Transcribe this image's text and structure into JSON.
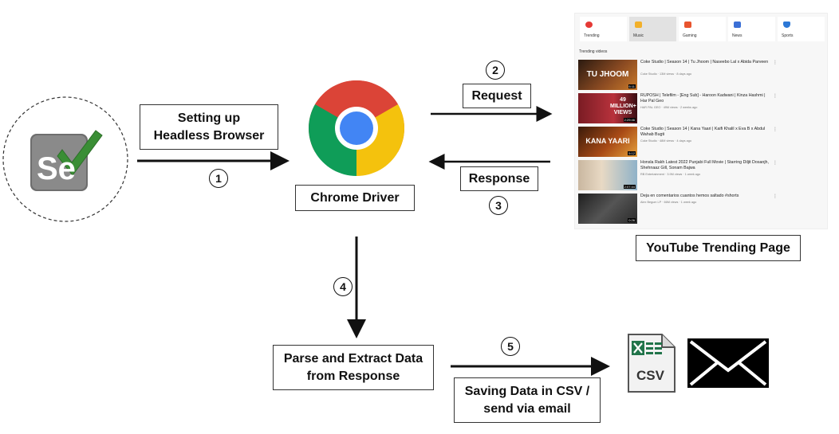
{
  "steps": {
    "s1": "1",
    "s2": "2",
    "s3": "3",
    "s4": "4",
    "s5": "5"
  },
  "boxes": {
    "setup": "Setting up Headless Browser",
    "chrome": "Chrome Driver",
    "request": "Request",
    "response": "Response",
    "youtube": "YouTube Trending Page",
    "parse": "Parse and Extract Data from Response",
    "save": "Saving Data in CSV / send via email"
  },
  "selenium": {
    "text": "Se"
  },
  "csv": {
    "text": "CSV"
  },
  "youtube_panel": {
    "categories": [
      "Trending",
      "Music",
      "Gaming",
      "News",
      "Sports"
    ],
    "section_heading": "Trending videos",
    "videos": [
      {
        "thumb_text": "TU JHOOM",
        "title": "Coke Studio | Season 14 | Tu Jhoom | Naseebo Lal x Abida Parveen",
        "meta": "Coke Studio · 13M views · 8 days ago",
        "duration": "6:11"
      },
      {
        "thumb_text": "49 MILLION+ VIEWS",
        "title": "RUPOSH | Telefilm - [Eng Sub] - Haroon Kadwani | Kinza Hashmi | Har Pal Geo",
        "meta": "HAR PAL GEO · 49M views · 2 weeks ago",
        "duration": "2:29:46"
      },
      {
        "thumb_text": "KANA YAARI",
        "title": "Coke Studio | Season 14 | Kana Yaari | Kaifi Khalil x Eva B x Abdul Wahab Bugti",
        "meta": "Coke Studio · 48M views · 4 days ago",
        "duration": "5:12"
      },
      {
        "thumb_text": "",
        "title": "Honsla Rakh Latest 2022 Punjabi Full Movie | Starring Diljit Dosanjh, Shehnaaz Gill, Sonam Bajwa",
        "meta": "RB Entertainment · 3.9M views · 1 week ago",
        "duration": "2:07:44"
      },
      {
        "thumb_text": "",
        "title": "Deja en comentarios cuantos hemos saltado #shorts",
        "meta": "Alex Begum LP · 66M views · 1 week ago",
        "duration": "0:26"
      }
    ]
  },
  "colors": {
    "selenium_green": "#4ea54a",
    "chrome_red": "#db4437",
    "chrome_yellow": "#f4c20d",
    "chrome_green": "#0f9d58",
    "chrome_blue": "#4285f4",
    "excel_green": "#21744a"
  }
}
